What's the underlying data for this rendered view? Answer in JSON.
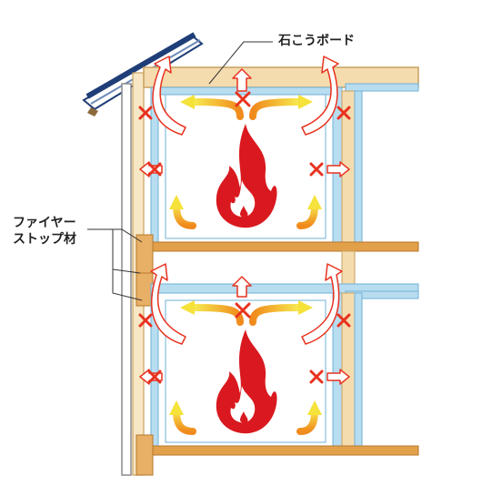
{
  "labels": {
    "gypsum_board": "石こうボード",
    "fire_stop_line1": "ファイヤー",
    "fire_stop_line2": "ストップ材"
  },
  "colors": {
    "wood": "#f4dcae",
    "wood_edge": "#c9a060",
    "stud": "#b8ddf0",
    "stud_edge": "#6fb1d6",
    "board": "#f7e7c4",
    "floor_beam": "#e3a04a",
    "flame": "#d9191f",
    "arrow_yellow": "#f5e23a",
    "arrow_orange": "#f08a1c",
    "cross": "#e8321f",
    "roof": "#1f3e78",
    "eave": "#8b6a3b"
  }
}
